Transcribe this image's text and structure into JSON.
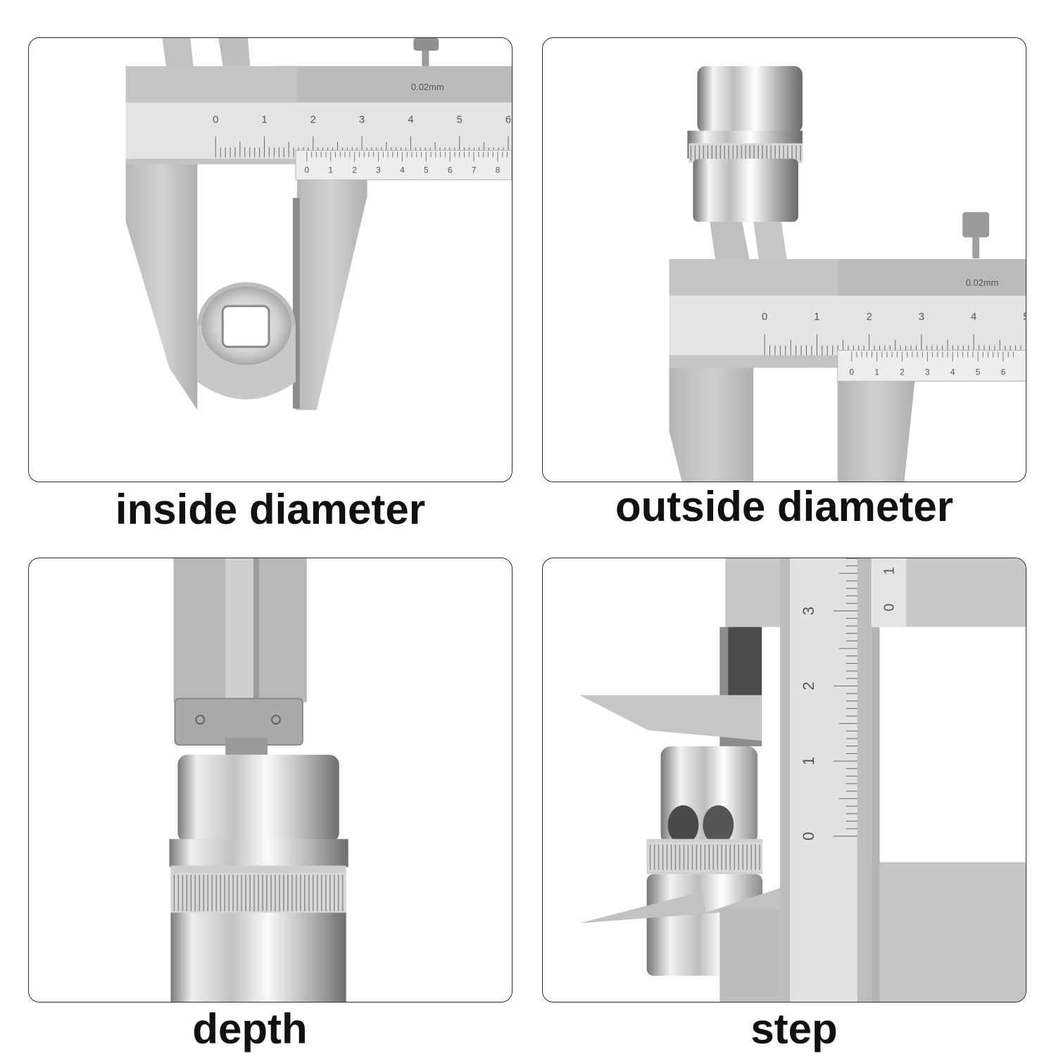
{
  "panels": [
    {
      "id": "inside",
      "caption": "inside diameter",
      "resolution_label": "0.02mm",
      "main_scale": [
        "0",
        "1",
        "2",
        "3",
        "4",
        "5",
        "6"
      ],
      "vernier_scale": [
        "0",
        "1",
        "2",
        "3",
        "4",
        "5",
        "6",
        "7",
        "8"
      ]
    },
    {
      "id": "outside",
      "caption": "outside diameter",
      "resolution_label": "0.02mm",
      "main_scale": [
        "0",
        "1",
        "2",
        "3",
        "4",
        "5"
      ],
      "vernier_scale": [
        "0",
        "1",
        "2",
        "3",
        "4",
        "5",
        "6"
      ]
    },
    {
      "id": "depth",
      "caption": "depth"
    },
    {
      "id": "step",
      "caption": "step",
      "main_scale": [
        "0",
        "1",
        "2",
        "3"
      ],
      "vernier_scale": [
        "0",
        "1"
      ]
    }
  ],
  "colors": {
    "steel": "#c9c9c9",
    "steel_dark": "#a9a9a9",
    "scale_face": "#e6e6e6",
    "chrome": "#dcdcdc",
    "border": "#2a2a2a",
    "caption": "#111111"
  }
}
